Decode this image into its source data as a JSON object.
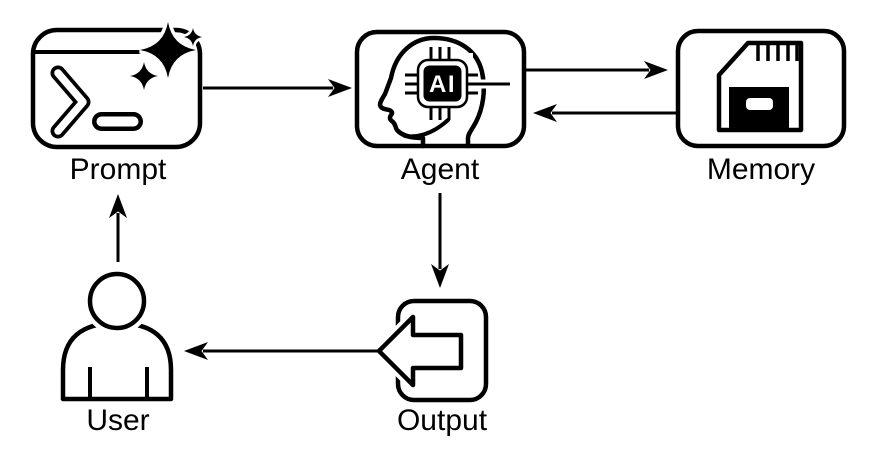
{
  "diagram": {
    "type": "flowchart",
    "background_color": "#ffffff",
    "stroke_color": "#000000",
    "nodes": {
      "prompt": {
        "label": "Prompt",
        "icon": "terminal-sparkle-icon"
      },
      "agent": {
        "label": "Agent",
        "icon": "head-ai-chip-icon",
        "chip_text": "AI"
      },
      "memory": {
        "label": "Memory",
        "icon": "sd-card-icon"
      },
      "output": {
        "label": "Output",
        "icon": "export-arrow-icon"
      },
      "user": {
        "label": "User",
        "icon": "person-icon"
      }
    },
    "edges": [
      {
        "from": "User",
        "to": "Prompt"
      },
      {
        "from": "Prompt",
        "to": "Agent"
      },
      {
        "from": "Agent",
        "to": "Memory"
      },
      {
        "from": "Memory",
        "to": "Agent"
      },
      {
        "from": "Agent",
        "to": "Output"
      },
      {
        "from": "Output",
        "to": "User"
      }
    ]
  }
}
